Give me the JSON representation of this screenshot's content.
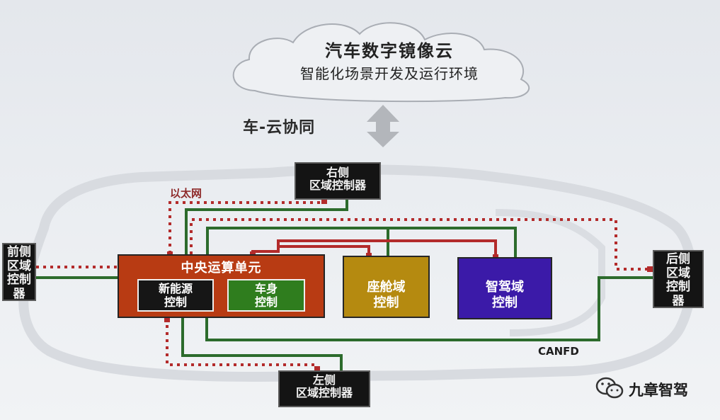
{
  "cloud": {
    "title": "汽车数字镜像云",
    "subtitle": "智能化场景开发及运行环境"
  },
  "sync_label": "车-云协同",
  "ethernet_label": "以太网",
  "canfd_label": "CANFD",
  "zones": {
    "right": "右侧\n区域控制器",
    "left": "左侧\n区域控制器",
    "front": "前侧\n区域\n控制\n器",
    "rear": "后侧\n区域\n控制\n器"
  },
  "central": {
    "title": "中央运算单元",
    "new_energy": "新能源\n控制",
    "body": "车身\n控制"
  },
  "cockpit": "座舱域\n控制",
  "adas": "智驾域\n控制",
  "watermark": "九章智驾",
  "colors": {
    "ethernet": "#b32b2b",
    "canfd": "#2c6b2c",
    "central": "#b83b13",
    "body_control": "#2f7d1e",
    "cockpit": "#b58a10",
    "adas": "#3b1aa8"
  }
}
